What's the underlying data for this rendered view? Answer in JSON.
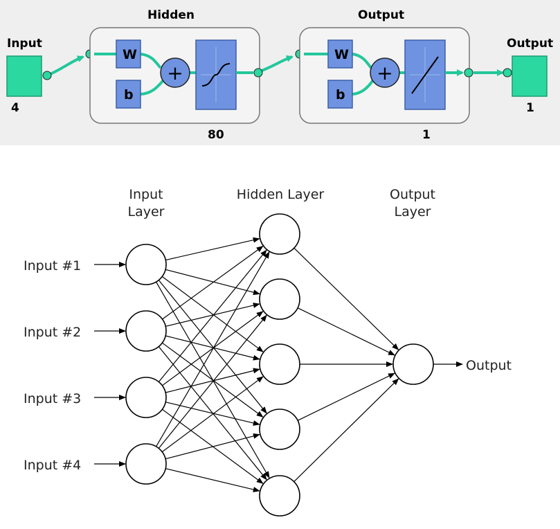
{
  "top": {
    "input_label": "Input",
    "input_size": "4",
    "hidden_title": "Hidden",
    "hidden_size": "80",
    "output_title": "Output",
    "output_size": "1",
    "output_label": "Output",
    "output_node_size": "1",
    "weight_letter": "W",
    "bias_letter": "b",
    "sum_symbol": "+",
    "colors": {
      "block_fill": "#6f93e0",
      "io_fill": "#2bd8a0",
      "connector": "#22c79a",
      "panel_fill": "#f4f4f4",
      "panel_stroke": "#777777"
    }
  },
  "bottom": {
    "input_layer_line1": "Input",
    "input_layer_line2": "Layer",
    "hidden_layer_title": "Hidden Layer",
    "output_layer_line1": "Output",
    "output_layer_line2": "Layer",
    "inputs": [
      "Input #1",
      "Input #2",
      "Input #3",
      "Input #4"
    ],
    "output_label": "Output",
    "counts": {
      "input": 4,
      "hidden": 5,
      "output": 1
    }
  }
}
